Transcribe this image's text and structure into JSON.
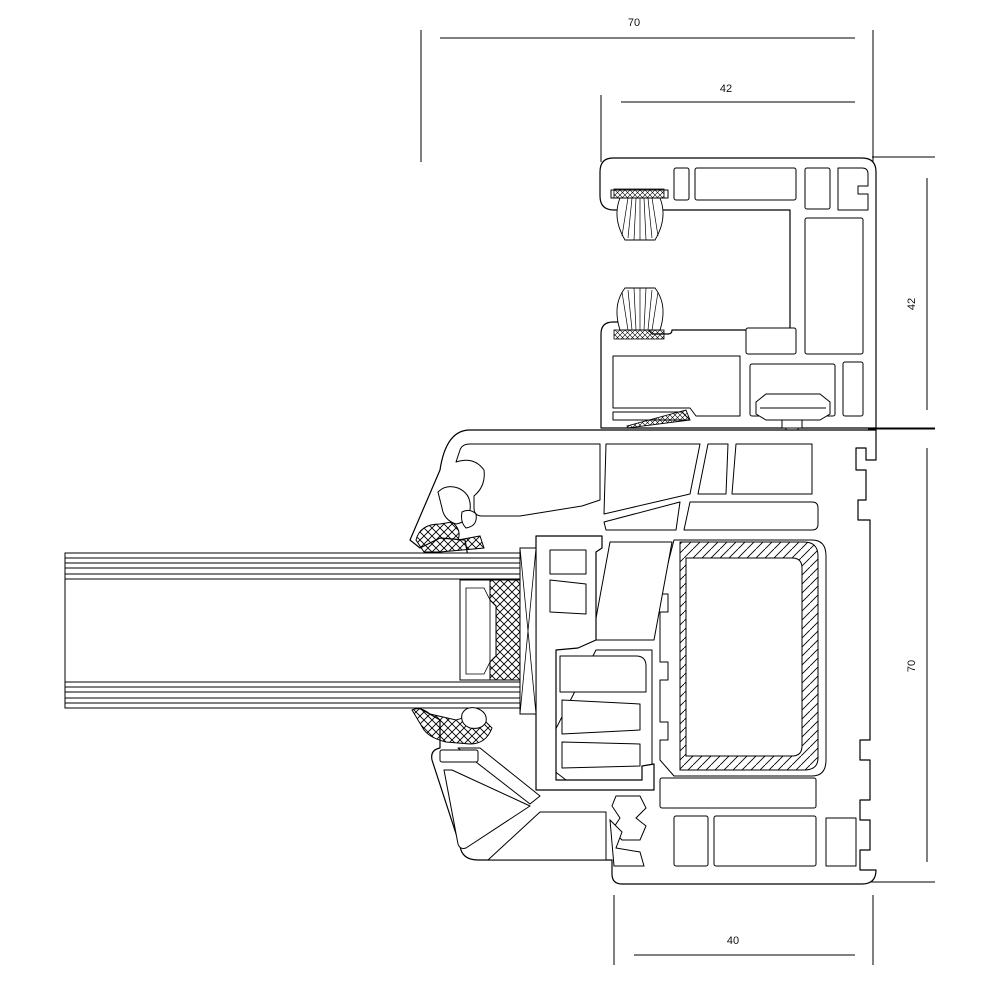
{
  "dimensions": {
    "top_outer": "70",
    "top_inner": "42",
    "right_upper": "42",
    "right_lower": "70",
    "bottom": "40"
  },
  "colors": {
    "line": "#000000",
    "background": "#ffffff"
  }
}
